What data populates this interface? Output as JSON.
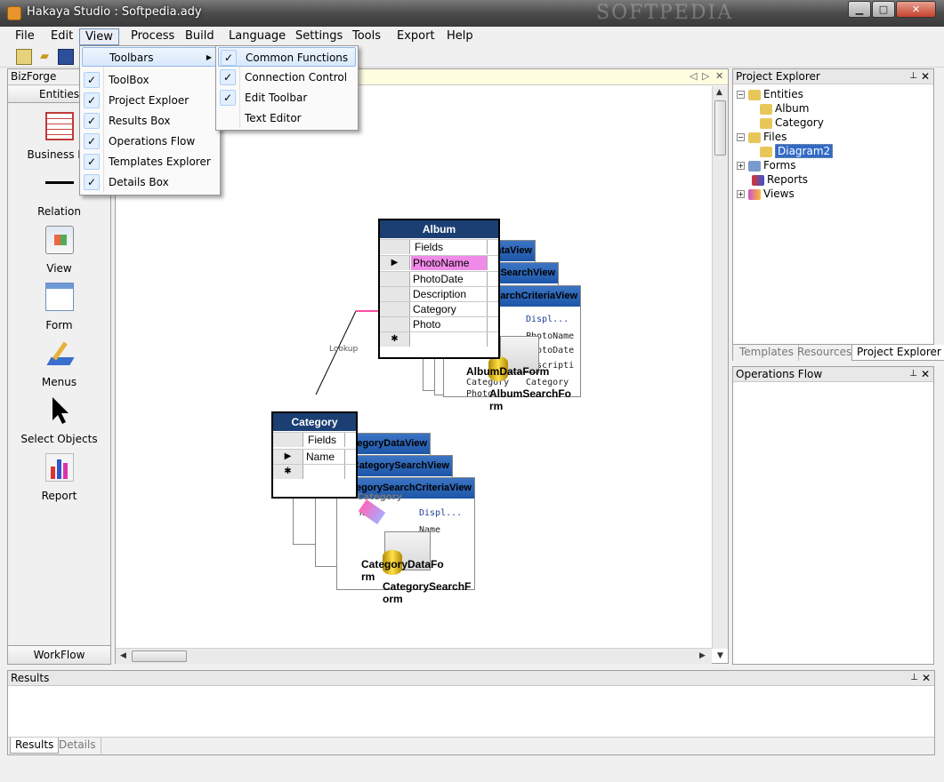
{
  "window": {
    "title": "Hakaya Studio : Softpedia.ady",
    "watermark": "SOFTPEDIA",
    "minimize": "▁",
    "maximize": "□",
    "close": "✕"
  },
  "menubar": [
    "File",
    "Edit",
    "View",
    "Process",
    "Build",
    "Language",
    "Settings",
    "Tools",
    "Export",
    "Help"
  ],
  "view_menu": {
    "items": [
      {
        "label": "Toolbars",
        "checked": false,
        "submenu": true
      },
      {
        "label": "ToolBox",
        "checked": true
      },
      {
        "label": "Project Exploer",
        "checked": true
      },
      {
        "label": "Results Box",
        "checked": true
      },
      {
        "label": "Operations Flow",
        "checked": true
      },
      {
        "label": "Templates Explorer",
        "checked": true
      },
      {
        "label": "Details Box",
        "checked": true
      }
    ]
  },
  "toolbars_submenu": {
    "items": [
      {
        "label": "Common Functions",
        "checked": true
      },
      {
        "label": "Connection Control",
        "checked": true
      },
      {
        "label": "Edit Toolbar",
        "checked": true
      },
      {
        "label": "Text Editor",
        "checked": false
      }
    ]
  },
  "toolbox": {
    "title": "BizForge",
    "tab_header": "Entities",
    "tab_footer": "WorkFlow",
    "tools": [
      "Business En",
      "Relation",
      "View",
      "Form",
      "Menus",
      "Select Objects",
      "Report"
    ]
  },
  "designer": {
    "nav": [
      "◁",
      "▷",
      "✕"
    ],
    "lookup_label": "Lookup",
    "album": {
      "title": "Album",
      "fields_header": "Fields",
      "fields": [
        "PhotoName",
        "PhotoDate",
        "Description",
        "Category",
        "Photo"
      ],
      "new_row_marker": "✱",
      "current_row_marker": "▶",
      "views": [
        "AlbumDataView",
        "AlbumSearchView",
        "AlbumSearchCriteriaView"
      ],
      "view_rows": [
        "Displ...",
        "PhotoName",
        "PhotoDate",
        "Descripti",
        "Category",
        "Category",
        "Photo"
      ],
      "forms": [
        "AlbumDataForm",
        "AlbumSearchForm"
      ]
    },
    "category": {
      "title": "Category",
      "fields_header": "Fields",
      "fields": [
        "Name"
      ],
      "new_row_marker": "✱",
      "current_row_marker": "▶",
      "views": [
        "CategoryDataView",
        "CategorySearchView",
        "CategorySearchCriteriaView"
      ],
      "view_header_sub": "Category",
      "view_rows": [
        "Displ...",
        "Name",
        "Name"
      ],
      "forms": [
        "CategoryDataForm",
        "CategorySearchForm"
      ]
    },
    "scroll_left": "◀",
    "scroll_right": "▶",
    "scroll_up": "▲",
    "scroll_down": "▼"
  },
  "project_explorer": {
    "title": "Project Explorer",
    "pin": "📌",
    "close": "✕",
    "tree": [
      {
        "label": "Entities",
        "level": 0,
        "exp": "−"
      },
      {
        "label": "Album",
        "level": 1
      },
      {
        "label": "Category",
        "level": 1
      },
      {
        "label": "Files",
        "level": 0,
        "exp": "−"
      },
      {
        "label": "Diagram2",
        "level": 1,
        "selected": true
      },
      {
        "label": "Forms",
        "level": 0,
        "exp": "+"
      },
      {
        "label": "Reports",
        "level": 0
      },
      {
        "label": "Views",
        "level": 0,
        "exp": "+"
      }
    ],
    "tabs": [
      "Templates",
      "Resources",
      "Project Explorer"
    ],
    "active_tab": "Project Explorer"
  },
  "operations_flow": {
    "title": "Operations Flow"
  },
  "results": {
    "title": "Results",
    "tabs": [
      "Results",
      "Details"
    ],
    "active_tab": "Results"
  },
  "colors": {
    "title_bar": "#4b4b4b",
    "entity_header": "#1b3f73",
    "view_header": "#2a66b8",
    "highlight_field": "#f08ae8",
    "tree_selection": "#316ac5",
    "relation_line": "#ff4fa3"
  }
}
